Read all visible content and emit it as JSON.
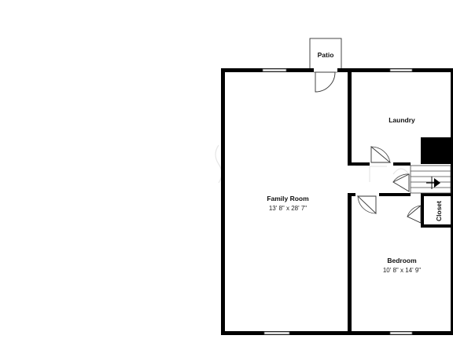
{
  "rooms": {
    "patio": {
      "name": "Patio"
    },
    "laundry": {
      "name": "Laundry"
    },
    "family_room": {
      "name": "Family Room",
      "dimensions": "13' 8\" x 28' 7\""
    },
    "bedroom": {
      "name": "Bedroom",
      "dimensions": "10' 8\" x 14' 9\""
    },
    "closet": {
      "name": "Closet"
    }
  },
  "icons": {
    "stair_arrow": "arrow-right-icon"
  },
  "colors": {
    "wall": "#000000",
    "background": "#ffffff"
  }
}
